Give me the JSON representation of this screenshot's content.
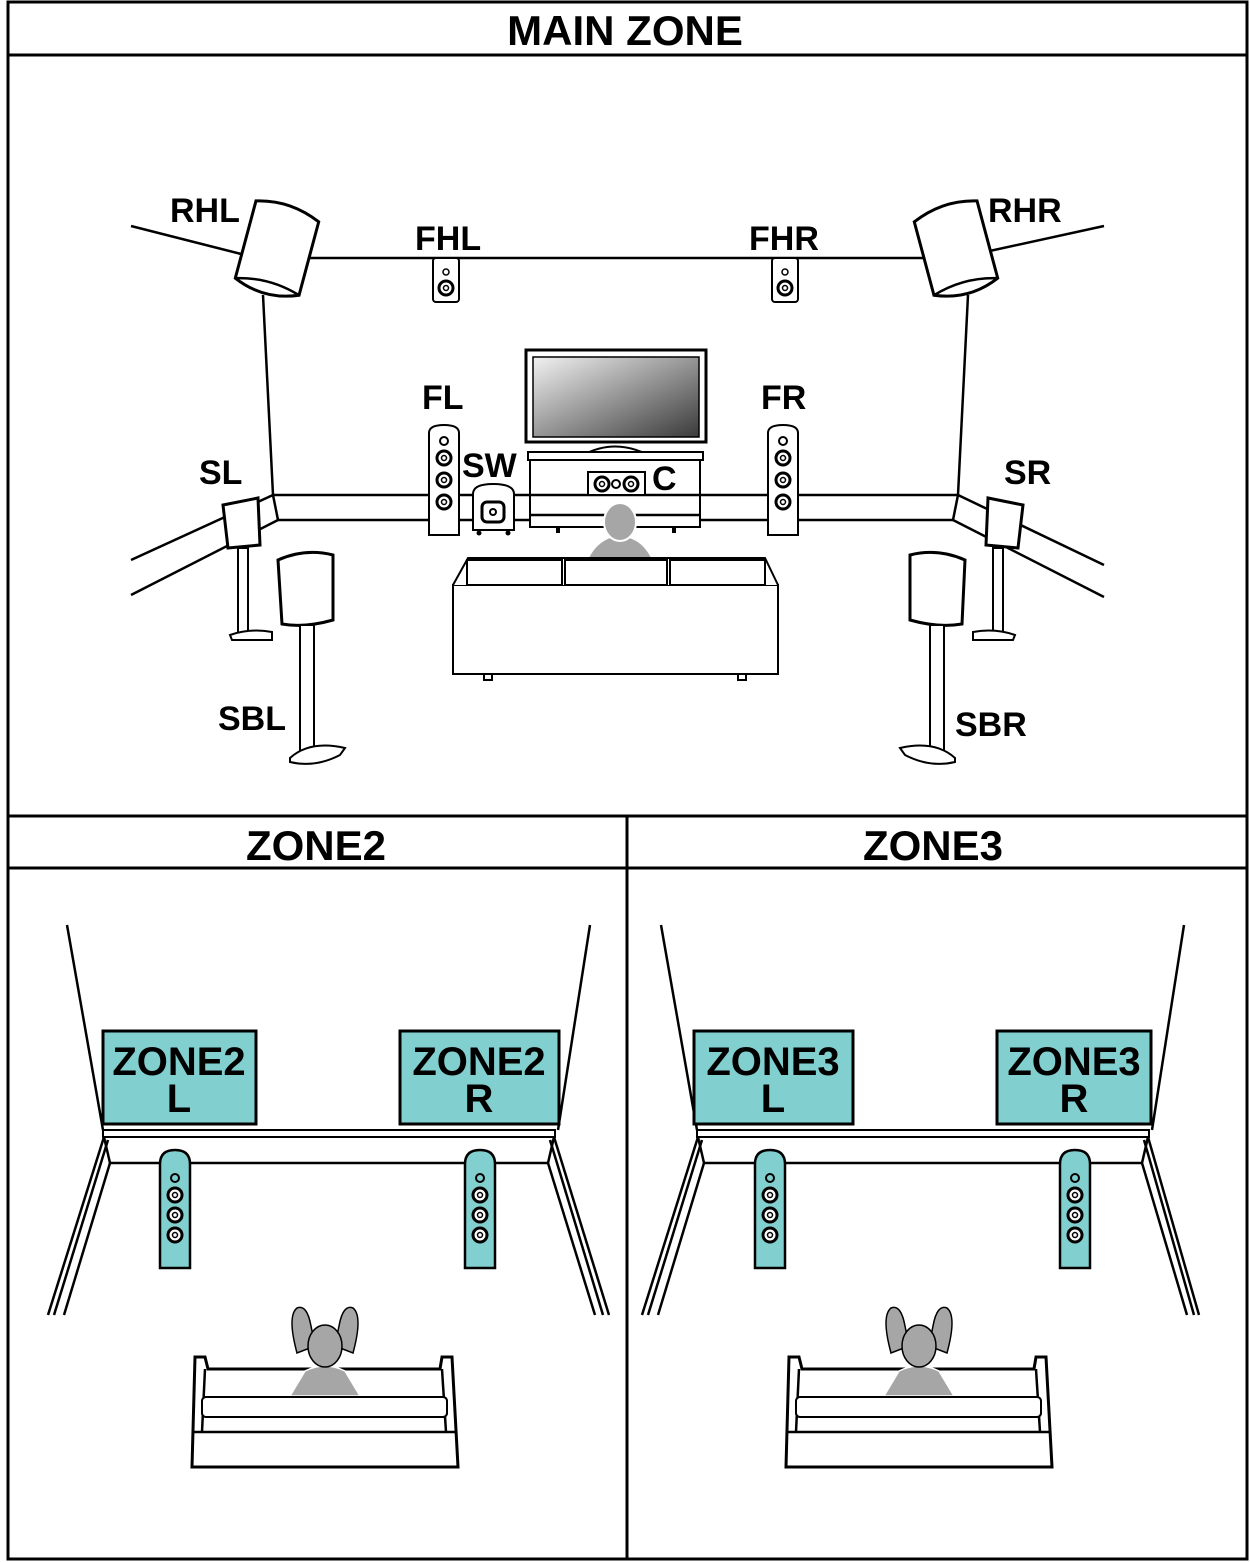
{
  "main_zone": {
    "title": "MAIN ZONE",
    "speakers": {
      "RHL": "RHL",
      "FHL": "FHL",
      "FHR": "FHR",
      "RHR": "RHR",
      "FL": "FL",
      "FR": "FR",
      "SW": "SW",
      "C": "C",
      "SL": "SL",
      "SR": "SR",
      "SBL": "SBL",
      "SBR": "SBR"
    }
  },
  "zone2": {
    "title": "ZONE2",
    "left": {
      "line1": "ZONE2",
      "line2": "L"
    },
    "right": {
      "line1": "ZONE2",
      "line2": "R"
    }
  },
  "zone3": {
    "title": "ZONE3",
    "left": {
      "line1": "ZONE3",
      "line2": "L"
    },
    "right": {
      "line1": "ZONE3",
      "line2": "R"
    }
  },
  "colors": {
    "zone_speaker": "#82cfcf",
    "person": "#a6a6a6",
    "line": "#000000"
  }
}
